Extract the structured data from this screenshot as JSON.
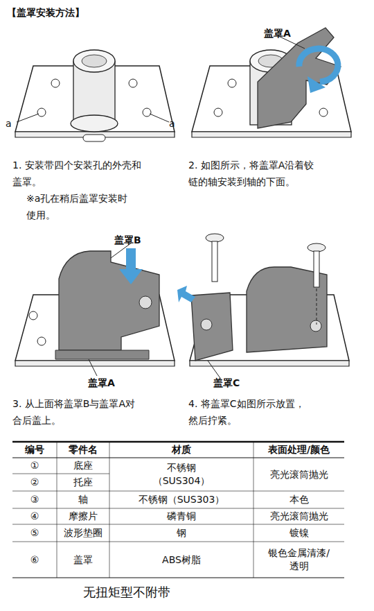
{
  "diagram": {
    "title": "【盖罩安装方法】",
    "labels": [
      "a",
      "a",
      "1. 安装带四个安装孔的外壳和 盖罩。",
      "※a孔在稍后盖罩安装时 使用。",
      "盖罩A",
      "2. 如图所示，将盖罩A沿着铰 链的轴安装到轴的下面。",
      "盖罩B",
      "盖罩A",
      "3. 从上面将盖罩B与盖罩A对 合后盖上。",
      "盖罩C",
      "4. 将盖罩C如图所示放置， 然后拧紧。",
      "编号",
      "零件名",
      "材质",
      "表面处理/颜色",
      "①",
      "底座",
      "不锈钢 （SUS304）",
      "亮光滚筒抛光",
      "②",
      "托座",
      "③",
      "轴",
      "不锈钢（SUS303）",
      "本色",
      "④",
      "摩擦片",
      "磷青铜",
      "亮光滚筒抛光",
      "⑤",
      "波形垫圈",
      "钢",
      "镀镍",
      "⑥",
      "盖罩",
      "ABS树脂",
      "银色金属清漆/ 透明",
      "无扭矩型不附带"
    ]
  }
}
